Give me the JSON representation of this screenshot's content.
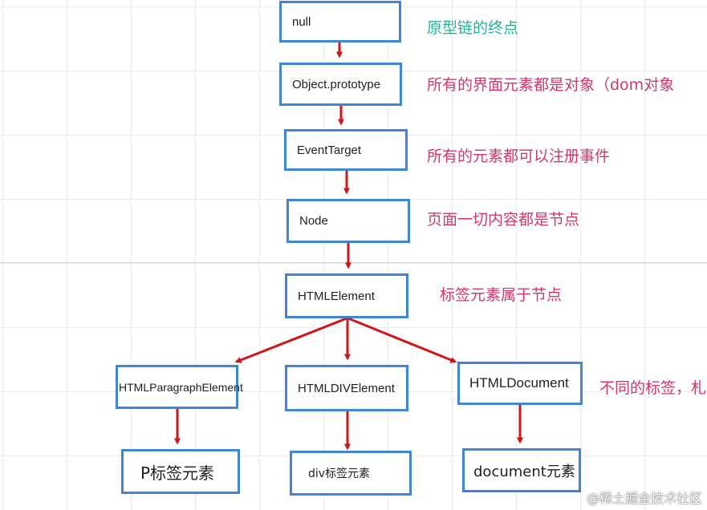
{
  "nodes": {
    "null": "null",
    "object_prototype": "Object.prototype",
    "event_target": "EventTarget",
    "node": "Node",
    "html_element": "HTMLElement",
    "html_paragraph_element": "HTMLParagraphElement",
    "html_div_element": "HTMLDIVElement",
    "html_document": "HTMLDocument",
    "p_element": "P标签元素",
    "div_element": "div标签元素",
    "document_element": "document元素"
  },
  "annotations": {
    "null": "原型链的终点",
    "object_prototype": "所有的界面元素都是对象（dom对象",
    "event_target": "所有的元素都可以注册事件",
    "node": "页面一切内容都是节点",
    "html_element": "标签元素属于节点",
    "html_document": "不同的标签，札"
  },
  "colors": {
    "box_border": "#3f86d6",
    "arrow": "#d21414",
    "annotation_teal": "#22b29a",
    "annotation_pink": "#d1386a"
  },
  "watermark": "@稀土掘金技术社区"
}
